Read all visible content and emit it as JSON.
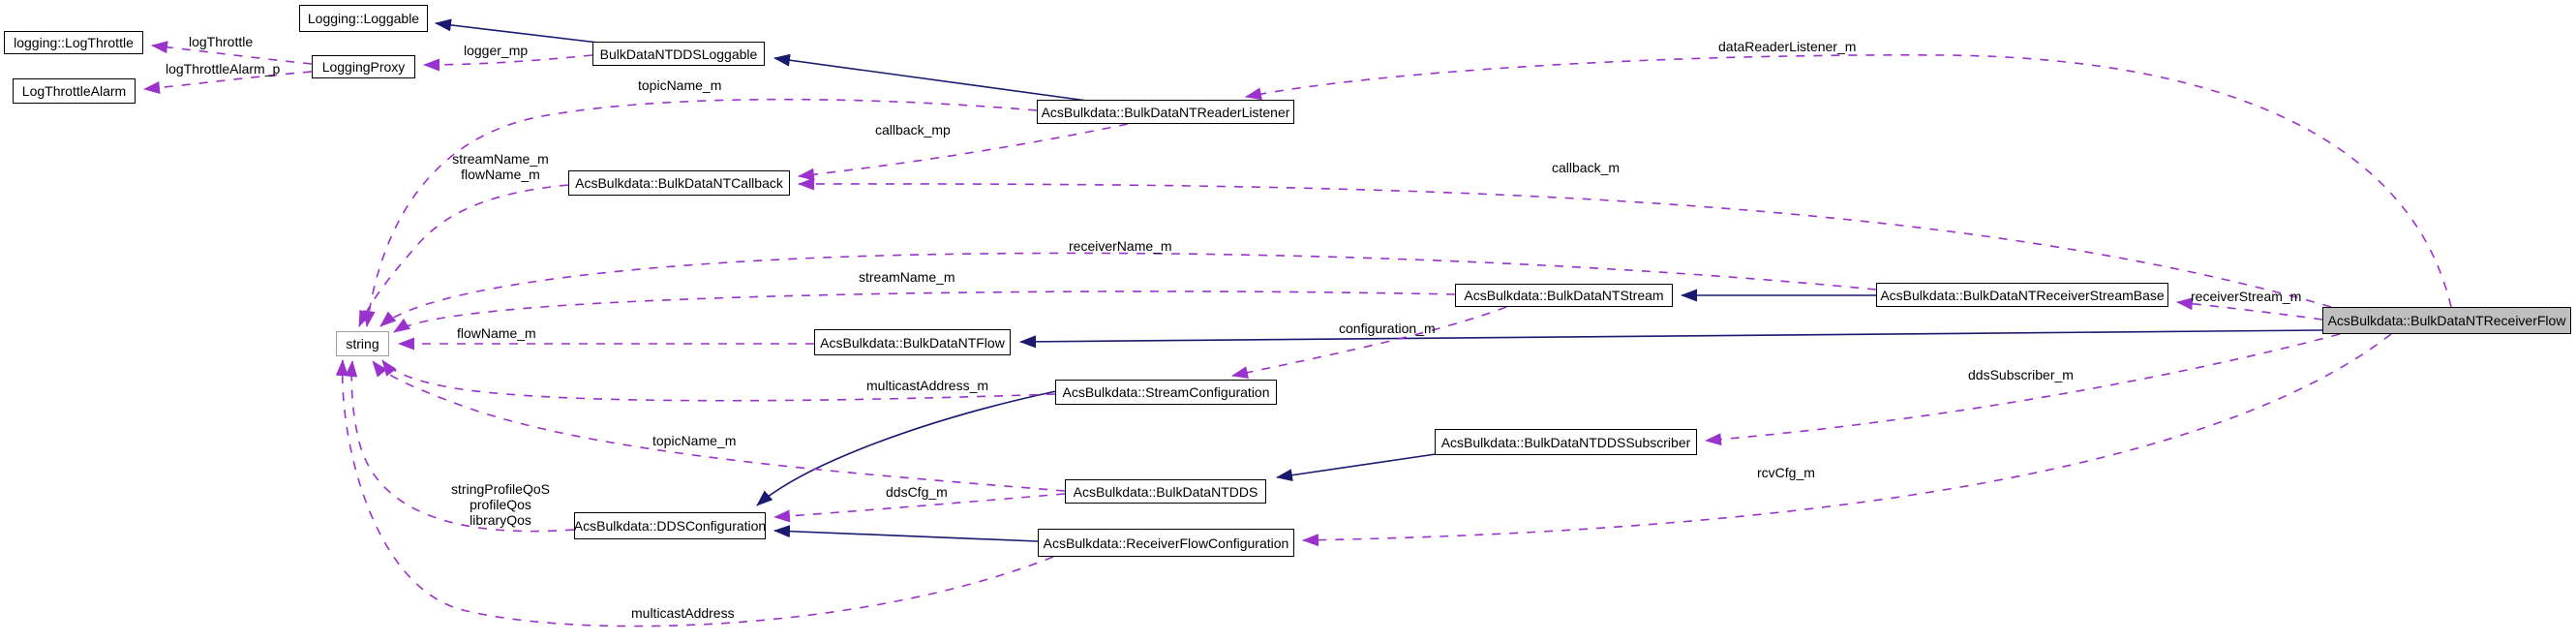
{
  "diagram": {
    "type": "doxygen-collaboration-graph",
    "target_class": "AcsBulkdata::BulkDataNTReceiverFlow",
    "colors": {
      "background": "#ffffff",
      "inheritance_edge": "#191970",
      "usage_edge": "#9a32cd",
      "node_border": "#000000",
      "node_fill": "#ffffff",
      "target_node_fill": "#bfbfbf",
      "external_node_border": "#9e9e9e",
      "label_text": "#000000"
    },
    "nodes": [
      {
        "id": "log-throttle",
        "label": "logging::LogThrottle"
      },
      {
        "id": "log-throttle-alarm",
        "label": "LogThrottleAlarm"
      },
      {
        "id": "loggable",
        "label": "Logging::Loggable"
      },
      {
        "id": "logging-proxy",
        "label": "LoggingProxy"
      },
      {
        "id": "bulkdata-ntdds-loggable",
        "label": "BulkDataNTDDSLoggable"
      },
      {
        "id": "reader-listener",
        "label": "AcsBulkdata::BulkDataNTReaderListener"
      },
      {
        "id": "callback",
        "label": "AcsBulkdata::BulkDataNTCallback"
      },
      {
        "id": "string",
        "label": "string"
      },
      {
        "id": "flow",
        "label": "AcsBulkdata::BulkDataNTFlow"
      },
      {
        "id": "stream",
        "label": "AcsBulkdata::BulkDataNTStream"
      },
      {
        "id": "receiver-stream-base",
        "label": "AcsBulkdata::BulkDataNTReceiverStreamBase"
      },
      {
        "id": "receiver-flow",
        "label": "AcsBulkdata::BulkDataNTReceiverFlow"
      },
      {
        "id": "stream-configuration",
        "label": "AcsBulkdata::StreamConfiguration"
      },
      {
        "id": "dds-subscriber",
        "label": "AcsBulkdata::BulkDataNTDDSSubscriber"
      },
      {
        "id": "bulkdata-ntdds",
        "label": "AcsBulkdata::BulkDataNTDDS"
      },
      {
        "id": "dds-configuration",
        "label": "AcsBulkdata::DDSConfiguration"
      },
      {
        "id": "receiver-flow-configuration",
        "label": "AcsBulkdata::ReceiverFlowConfiguration"
      }
    ],
    "edge_labels": [
      {
        "id": "logThrottle",
        "text": "logThrottle"
      },
      {
        "id": "logThrottleAlarm_p",
        "text": "logThrottleAlarm_p"
      },
      {
        "id": "logger_mp",
        "text": "logger_mp"
      },
      {
        "id": "topicName_m_top",
        "text": "topicName_m"
      },
      {
        "id": "callback_mp",
        "text": "callback_mp"
      },
      {
        "id": "streamName_flowName",
        "text": "streamName_m\nflowName_m"
      },
      {
        "id": "callback_m",
        "text": "callback_m"
      },
      {
        "id": "dataReaderListener_m",
        "text": "dataReaderListener_m"
      },
      {
        "id": "receiverName_m",
        "text": "receiverName_m"
      },
      {
        "id": "streamName_m",
        "text": "streamName_m"
      },
      {
        "id": "flowName_m",
        "text": "flowName_m"
      },
      {
        "id": "configuration_m",
        "text": "configuration_m"
      },
      {
        "id": "receiverStream_m",
        "text": "receiverStream_m"
      },
      {
        "id": "multicastAddress_m",
        "text": "multicastAddress_m"
      },
      {
        "id": "topicName_m_bottom",
        "text": "topicName_m"
      },
      {
        "id": "ddsSubscriber_m",
        "text": "ddsSubscriber_m"
      },
      {
        "id": "ddsCfg_m",
        "text": "ddsCfg_m"
      },
      {
        "id": "rcvCfg_m",
        "text": "rcvCfg_m"
      },
      {
        "id": "qos_fields",
        "text": "stringProfileQoS\nprofileQos\nlibraryQos"
      },
      {
        "id": "multicastAddress",
        "text": "multicastAddress"
      }
    ],
    "edges": [
      {
        "from": "BulkDataNTDDSLoggable",
        "to": "Logging::Loggable",
        "kind": "inheritance"
      },
      {
        "from": "AcsBulkdata::BulkDataNTReaderListener",
        "to": "BulkDataNTDDSLoggable",
        "kind": "inheritance"
      },
      {
        "from": "AcsBulkdata::BulkDataNTReceiverFlow",
        "to": "AcsBulkdata::BulkDataNTFlow",
        "kind": "inheritance"
      },
      {
        "from": "AcsBulkdata::BulkDataNTReceiverStreamBase",
        "to": "AcsBulkdata::BulkDataNTStream",
        "kind": "inheritance"
      },
      {
        "from": "AcsBulkdata::BulkDataNTDDSSubscriber",
        "to": "AcsBulkdata::BulkDataNTDDS",
        "kind": "inheritance"
      },
      {
        "from": "AcsBulkdata::StreamConfiguration",
        "to": "AcsBulkdata::DDSConfiguration",
        "kind": "inheritance"
      },
      {
        "from": "AcsBulkdata::ReceiverFlowConfiguration",
        "to": "AcsBulkdata::DDSConfiguration",
        "kind": "inheritance"
      },
      {
        "from": "LoggingProxy",
        "to": "logging::LogThrottle",
        "label": "logThrottle",
        "kind": "usage"
      },
      {
        "from": "LoggingProxy",
        "to": "LogThrottleAlarm",
        "label": "logThrottleAlarm_p",
        "kind": "usage"
      },
      {
        "from": "BulkDataNTDDSLoggable",
        "to": "LoggingProxy",
        "label": "logger_mp",
        "kind": "usage"
      },
      {
        "from": "AcsBulkdata::BulkDataNTReaderListener",
        "to": "string",
        "label": "topicName_m",
        "kind": "usage"
      },
      {
        "from": "AcsBulkdata::BulkDataNTReaderListener",
        "to": "AcsBulkdata::BulkDataNTCallback",
        "label": "callback_mp",
        "kind": "usage"
      },
      {
        "from": "AcsBulkdata::BulkDataNTReceiverFlow",
        "to": "AcsBulkdata::BulkDataNTCallback",
        "label": "callback_m",
        "kind": "usage"
      },
      {
        "from": "AcsBulkdata::BulkDataNTReceiverFlow",
        "to": "AcsBulkdata::BulkDataNTReaderListener",
        "label": "dataReaderListener_m",
        "kind": "usage"
      },
      {
        "from": "AcsBulkdata::BulkDataNTCallback",
        "to": "string",
        "label": "streamName_m flowName_m",
        "kind": "usage"
      },
      {
        "from": "AcsBulkdata::BulkDataNTReceiverStreamBase",
        "to": "string",
        "label": "receiverName_m",
        "kind": "usage"
      },
      {
        "from": "AcsBulkdata::BulkDataNTStream",
        "to": "string",
        "label": "streamName_m",
        "kind": "usage"
      },
      {
        "from": "AcsBulkdata::BulkDataNTFlow",
        "to": "string",
        "label": "flowName_m",
        "kind": "usage"
      },
      {
        "from": "AcsBulkdata::BulkDataNTStream",
        "to": "AcsBulkdata::StreamConfiguration",
        "label": "configuration_m",
        "kind": "usage"
      },
      {
        "from": "AcsBulkdata::BulkDataNTReceiverFlow",
        "to": "AcsBulkdata::BulkDataNTReceiverStreamBase",
        "label": "receiverStream_m",
        "kind": "usage"
      },
      {
        "from": "AcsBulkdata::StreamConfiguration",
        "to": "string",
        "label": "multicastAddress_m",
        "kind": "usage"
      },
      {
        "from": "AcsBulkdata::BulkDataNTDDS",
        "to": "string",
        "label": "topicName_m",
        "kind": "usage"
      },
      {
        "from": "AcsBulkdata::BulkDataNTReceiverFlow",
        "to": "AcsBulkdata::BulkDataNTDDSSubscriber",
        "label": "ddsSubscriber_m",
        "kind": "usage"
      },
      {
        "from": "AcsBulkdata::BulkDataNTDDS",
        "to": "AcsBulkdata::DDSConfiguration",
        "label": "ddsCfg_m",
        "kind": "usage"
      },
      {
        "from": "AcsBulkdata::BulkDataNTReceiverFlow",
        "to": "AcsBulkdata::ReceiverFlowConfiguration",
        "label": "rcvCfg_m",
        "kind": "usage"
      },
      {
        "from": "AcsBulkdata::DDSConfiguration",
        "to": "string",
        "label": "stringProfileQoS profileQos libraryQos",
        "kind": "usage"
      },
      {
        "from": "AcsBulkdata::ReceiverFlowConfiguration",
        "to": "string",
        "label": "multicastAddress",
        "kind": "usage"
      }
    ]
  }
}
